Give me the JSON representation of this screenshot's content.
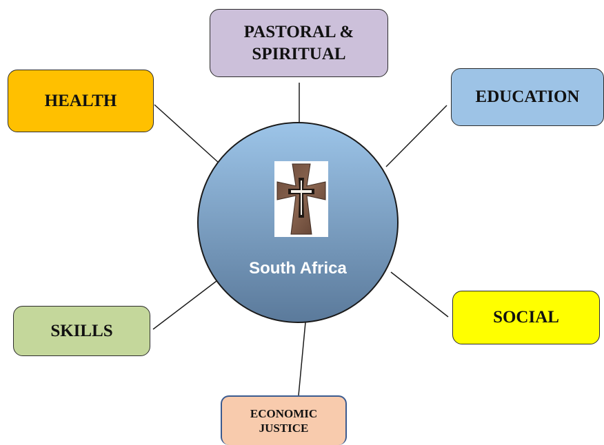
{
  "hub": {
    "label": "South Africa",
    "fill_top": "#9cc4e8",
    "fill_bottom": "#5b7a9b",
    "emblem": "cross-icon"
  },
  "nodes": [
    {
      "id": "pastoral",
      "lines": [
        "PASTORAL &",
        "SPIRITUAL"
      ],
      "color": "#ccc0da"
    },
    {
      "id": "health",
      "lines": [
        "HEALTH"
      ],
      "color": "#ffc000"
    },
    {
      "id": "education",
      "lines": [
        "EDUCATION"
      ],
      "color": "#9dc3e6"
    },
    {
      "id": "skills",
      "lines": [
        "SKILLS"
      ],
      "color": "#c4d79b"
    },
    {
      "id": "social",
      "lines": [
        "SOCIAL"
      ],
      "color": "#ffff00"
    },
    {
      "id": "economic",
      "lines": [
        "ECONOMIC",
        "JUSTICE"
      ],
      "color": "#f8cbad"
    }
  ]
}
